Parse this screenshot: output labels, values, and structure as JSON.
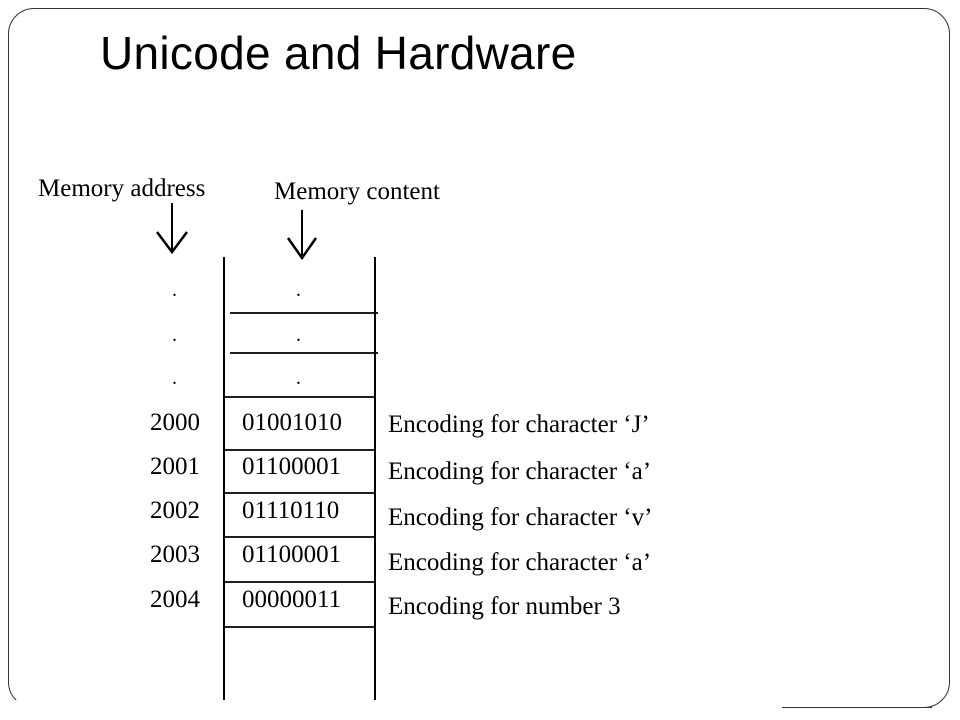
{
  "slide": {
    "title": "Unicode and Hardware"
  },
  "diagram": {
    "address_label": "Memory address",
    "content_label": "Memory content",
    "ellipsis_rows": [
      {
        "address": ".",
        "content": "."
      },
      {
        "address": ".",
        "content": "."
      },
      {
        "address": ".",
        "content": "."
      }
    ],
    "rows": [
      {
        "address": "2000",
        "content": "01001010",
        "description": "Encoding for character ‘J’"
      },
      {
        "address": "2001",
        "content": "01100001",
        "description": "Encoding for character ‘a’"
      },
      {
        "address": "2002",
        "content": "01110110",
        "description": "Encoding for character ‘v’"
      },
      {
        "address": "2003",
        "content": "01100001",
        "description": "Encoding for character ‘a’"
      },
      {
        "address": "2004",
        "content": "00000011",
        "description": "Encoding for number 3"
      }
    ]
  }
}
